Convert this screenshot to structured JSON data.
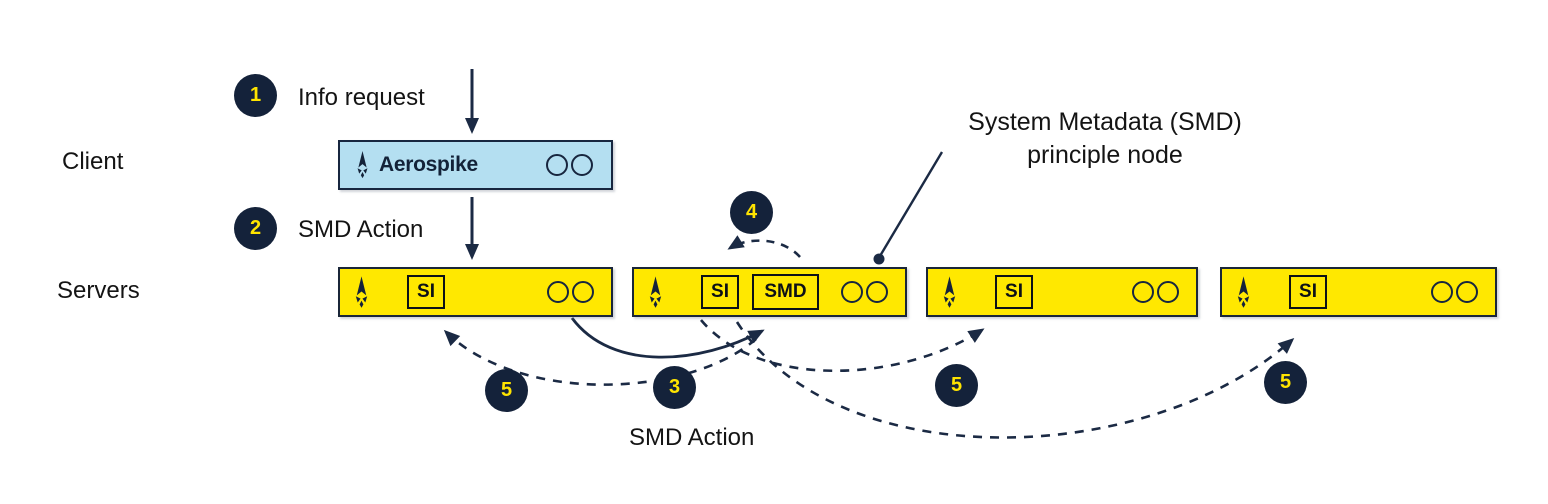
{
  "labels": {
    "client": "Client",
    "servers": "Servers"
  },
  "steps": {
    "n1": "1",
    "n2": "2",
    "n3": "3",
    "n4": "4",
    "n5": "5"
  },
  "captions": {
    "info_request": "Info request",
    "smd_action_top": "SMD Action",
    "smd_action_bottom": "SMD Action"
  },
  "annotation": {
    "line1": "System Metadata (SMD)",
    "line2": "principle node"
  },
  "client_node": {
    "brand": "Aerospike"
  },
  "chips": {
    "si": "SI",
    "smd": "SMD"
  },
  "colors": {
    "navy": "#17263F",
    "arrow_navy": "#1B2A44",
    "server_yellow": "#FFE800",
    "client_blue": "#B4DFF1",
    "badge_number_yellow": "#FFE400"
  }
}
